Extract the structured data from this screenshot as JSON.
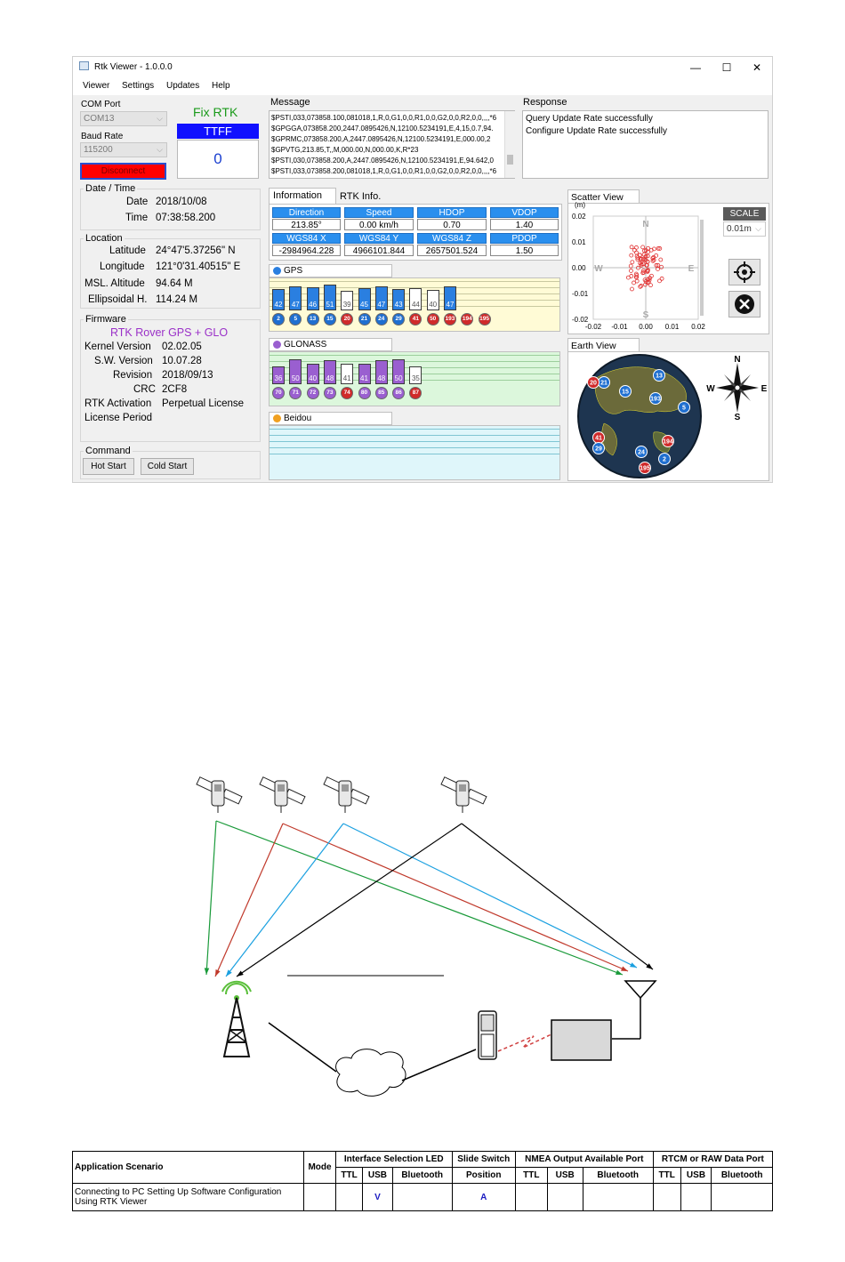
{
  "window": {
    "title": "Rtk Viewer - 1.0.0.0",
    "controls": {
      "minimize": "—",
      "maximize": "☐",
      "close": "✕"
    }
  },
  "menu": [
    "Viewer",
    "Settings",
    "Updates",
    "Help"
  ],
  "connection": {
    "com_port_label": "COM Port",
    "com_port_value": "COM13",
    "baud_rate_label": "Baud Rate",
    "baud_rate_value": "115200",
    "disconnect_label": "Disconnect",
    "fix_status": "Fix RTK",
    "ttff_label": "TTFF",
    "ttff_value": "0",
    "colors": {
      "fix": "#1a9a1a",
      "ttff": "#1010ff",
      "disconnect": "#ff0000"
    }
  },
  "datetime": {
    "title": "Date  / Time",
    "date_label": "Date",
    "date_value": "2018/10/08",
    "time_label": "Time",
    "time_value": "07:38:58.200"
  },
  "location": {
    "title": "Location",
    "latitude_label": "Latitude",
    "latitude_value": "24°47'5.37256\" N",
    "longitude_label": "Longitude",
    "longitude_value": "121°0'31.40515\" E",
    "msl_label": "MSL. Altitude",
    "msl_value": "94.64 M",
    "ellipsoidal_label": "Ellipsoidal H.",
    "ellipsoidal_value": "114.24 M"
  },
  "firmware": {
    "title": "Firmware",
    "product": "RTK Rover GPS + GLO",
    "kernel_label": "Kernel Version",
    "kernel_value": "02.02.05",
    "sw_label": "S.W. Version",
    "sw_value": "10.07.28",
    "revision_label": "Revision",
    "revision_value": "2018/09/13",
    "crc_label": "CRC",
    "crc_value": "2CF8",
    "activation_label": "RTK Activation",
    "activation_value": "Perpetual License",
    "license_label": "License Period",
    "license_value": ""
  },
  "command": {
    "title": "Command",
    "hot_start": "Hot Start",
    "cold_start": "Cold Start"
  },
  "message": {
    "title": "Message",
    "lines": [
      "$PSTI,033,073858.100,081018,1,R,0,G1,0,0,R1,0,0,G2,0,0,R2,0,0,,,,*6",
      "$GPGGA,073858.200,2447.0895426,N,12100.5234191,E,4,15,0.7,94.",
      "$GPRMC,073858.200,A,2447.0895426,N,12100.5234191,E,000.00,2",
      "$GPVTG,213.85,T,,M,000.00,N,000.00,K,R*23",
      "$PSTI,030,073858.200,A,2447.0895426,N,12100.5234191,E,94.642,0",
      "$PSTI,033,073858.200,081018,1,R,0,G1,0,0,R1,0,0,G2,0,0,R2,0,0,,,,*6"
    ]
  },
  "response": {
    "title": "Response",
    "lines": [
      "Query Update Rate successfully",
      "Configure Update Rate successfully"
    ]
  },
  "tabs": [
    "Information",
    "RTK Info."
  ],
  "information": {
    "headers1": [
      "Direction",
      "Speed",
      "HDOP",
      "VDOP"
    ],
    "values1": [
      "213.85°",
      "0.00 km/h",
      "0.70",
      "1.40"
    ],
    "headers2": [
      "WGS84 X",
      "WGS84 Y",
      "WGS84 Z",
      "PDOP"
    ],
    "values2": [
      "-2984964.228",
      "4966101.844",
      "2657501.524",
      "1.50"
    ]
  },
  "constellations": {
    "gps": {
      "label": "GPS",
      "color": "#2a7fe0",
      "bg": "#fffbd6"
    },
    "glonass": {
      "label": "GLONASS",
      "color": "#9a5fd0",
      "bg": "#dcf7dc"
    },
    "beidou": {
      "label": "Beidou",
      "color": "#f0a020",
      "bg": "#dff6fa"
    }
  },
  "gps_snr": {
    "values": [
      42,
      47,
      46,
      51,
      39,
      45,
      47,
      43,
      44,
      40,
      47
    ],
    "used": [
      true,
      true,
      true,
      true,
      false,
      true,
      true,
      true,
      false,
      false,
      true
    ],
    "prn": [
      "2",
      "5",
      "13",
      "15",
      "20",
      "21",
      "24",
      "29",
      "41",
      "50",
      "193",
      "194",
      "195"
    ],
    "prn_colors": [
      "#1f6fd0",
      "#1f6fd0",
      "#1f6fd0",
      "#1f6fd0",
      "#d02a2a",
      "#1f6fd0",
      "#1f6fd0",
      "#1f6fd0",
      "#d02a2a",
      "#d02a2a",
      "#d02a2a",
      "#d02a2a",
      "#d02a2a"
    ],
    "max": 60
  },
  "glonass_snr": {
    "values": [
      36,
      50,
      40,
      48,
      41,
      41,
      48,
      50,
      35
    ],
    "used": [
      true,
      true,
      true,
      true,
      false,
      true,
      true,
      true,
      false
    ],
    "prn": [
      "70",
      "71",
      "72",
      "73",
      "74",
      "80",
      "85",
      "86",
      "87"
    ],
    "prn_colors": [
      "#9a5fd0",
      "#9a5fd0",
      "#9a5fd0",
      "#9a5fd0",
      "#d02a2a",
      "#9a5fd0",
      "#9a5fd0",
      "#9a5fd0",
      "#d02a2a"
    ],
    "max": 60
  },
  "scatter": {
    "title": "Scatter View",
    "unit": "(m)",
    "scale_label": "SCALE",
    "scale_value": "0.01m",
    "ticks": [
      "0.02",
      "0.01",
      "0.00",
      "-0.01",
      "-0.02"
    ],
    "xticks": [
      "-0.02",
      "-0.01",
      "0.00",
      "0.01",
      "0.02"
    ],
    "directions": {
      "n": "N",
      "s": "S",
      "e": "E",
      "w": "W"
    },
    "point_color": "#e03030"
  },
  "earth": {
    "title": "Earth View",
    "compass": {
      "n": "N",
      "s": "S",
      "e": "E",
      "w": "W"
    },
    "sats": [
      {
        "prn": "21",
        "color": "#1f6fd0"
      },
      {
        "prn": "15",
        "color": "#1f6fd0"
      },
      {
        "prn": "13",
        "color": "#1f6fd0"
      },
      {
        "prn": "193",
        "color": "#1f6fd0"
      },
      {
        "prn": "5",
        "color": "#1f6fd0"
      },
      {
        "prn": "20",
        "color": "#d02a2a"
      },
      {
        "prn": "41",
        "color": "#d02a2a"
      },
      {
        "prn": "29",
        "color": "#1f6fd0"
      },
      {
        "prn": "24",
        "color": "#1f6fd0"
      },
      {
        "prn": "194",
        "color": "#d02a2a"
      },
      {
        "prn": "2",
        "color": "#1f6fd0"
      },
      {
        "prn": "195",
        "color": "#d02a2a"
      }
    ]
  },
  "diagram": {
    "signal_colors": [
      "#1a9a3a",
      "#c0392b",
      "#1aa0e0",
      "#000000"
    ]
  },
  "scenario_table": {
    "headers": {
      "application": "Application Scenario",
      "mode": "Mode",
      "led": "Interface Selection LED",
      "slide": "Slide Switch",
      "position": "Position",
      "nmea": "NMEA Output Available Port",
      "rtcm": "RTCM or RAW Data Port",
      "ttl": "TTL",
      "usb": "USB",
      "bt": "Bluetooth"
    },
    "row": {
      "scenario": "Connecting to PC Setting Up Software Configuration Using RTK Viewer",
      "usb_mark": "V",
      "position": "A"
    }
  }
}
